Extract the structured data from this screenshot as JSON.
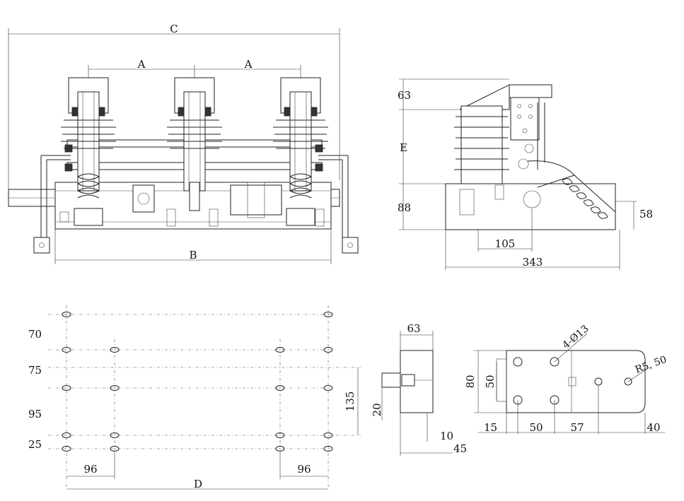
{
  "front_view": {
    "label_c": "C",
    "label_a_left": "A",
    "label_a_right": "A",
    "label_b": "B"
  },
  "side_view": {
    "label_63": "63",
    "label_e": "E",
    "label_88": "88",
    "label_58": "58",
    "label_105": "105",
    "label_343": "343"
  },
  "hole_pattern": {
    "label_70": "70",
    "label_75": "75",
    "label_95": "95",
    "label_25": "25",
    "label_135": "135",
    "label_96_left": "96",
    "label_96_right": "96",
    "label_d": "D"
  },
  "terminal_side": {
    "label_63": "63",
    "label_20": "20",
    "label_10": "10",
    "label_45": "45"
  },
  "terminal_plate": {
    "label_holes": "4-Ø13",
    "label_radius": "R5, 50",
    "label_80": "80",
    "label_50_v": "50",
    "label_15": "15",
    "label_50_h": "50",
    "label_57": "57",
    "label_40": "40"
  }
}
